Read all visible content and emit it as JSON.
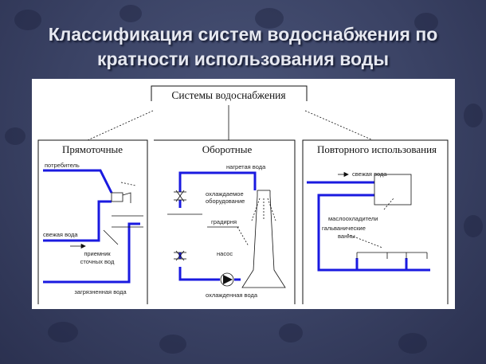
{
  "title": {
    "line1": "Классификация систем водоснабжения по",
    "line2": "кратности использования воды"
  },
  "diagram": {
    "root": "Системы водоснабжения",
    "columns": [
      {
        "heading": "Прямоточные",
        "labels": {
          "consumer": "потребитель",
          "fresh_water": "свежая вода",
          "receiver": "приемник",
          "receiver2": "сточных вод",
          "polluted": "загрязненная вода"
        }
      },
      {
        "heading": "Оборотные",
        "labels": {
          "heated": "нагретая вода",
          "equipment1": "охлаждаемое",
          "equipment2": "оборудование",
          "cooling_tower": "градирня",
          "pump": "насос",
          "cooled": "охлажденная вода"
        }
      },
      {
        "heading": "Повторного использования",
        "labels": {
          "fresh_water": "свежая вода",
          "oil_coolers": "маслоохладители",
          "galvanic1": "гальванические",
          "galvanic2": "ванны"
        }
      }
    ]
  },
  "colors": {
    "pipe": "#1a1ae0",
    "background": "#3a4264",
    "title_text": "#e6e8f0"
  }
}
